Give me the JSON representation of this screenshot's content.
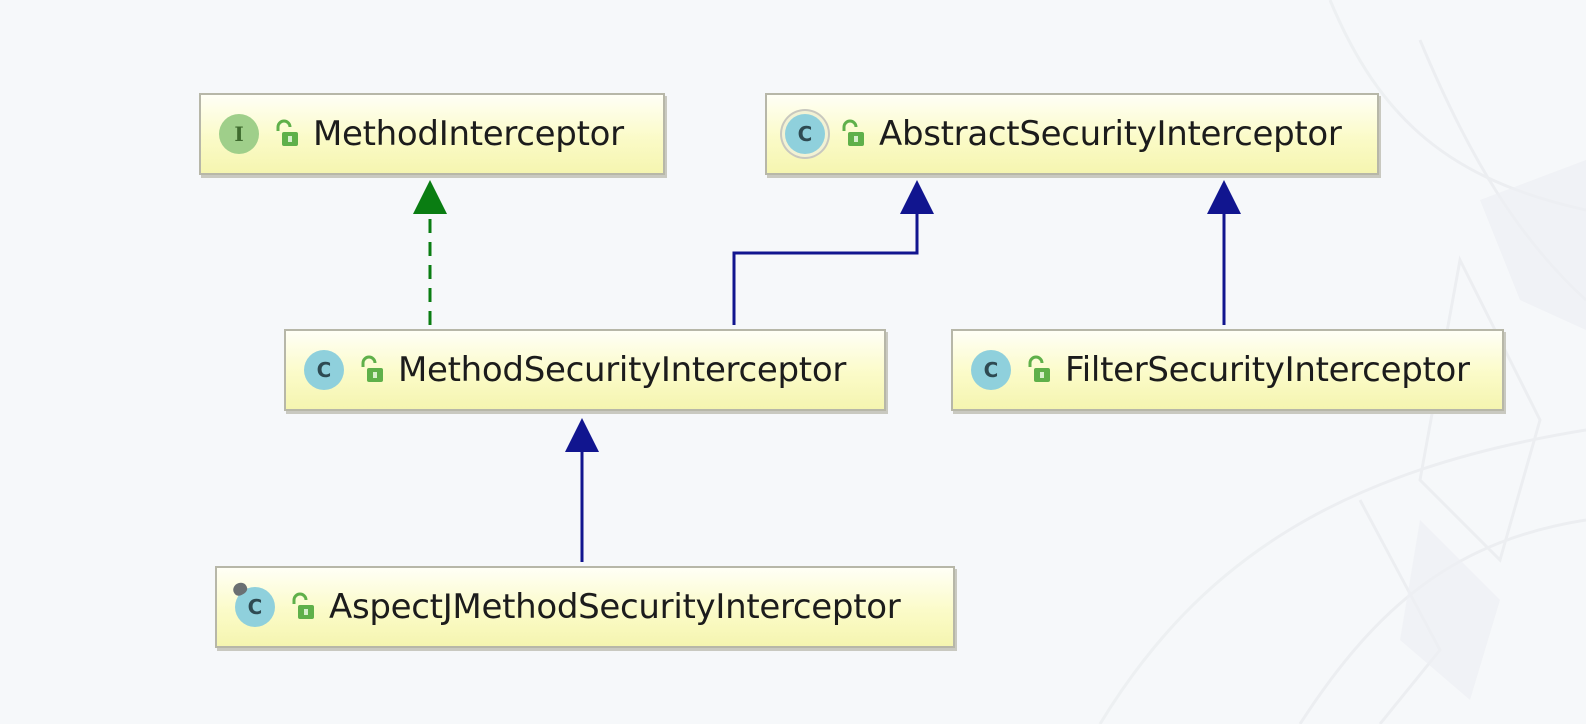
{
  "nodes": [
    {
      "id": "MethodInterceptor",
      "label": "MethodInterceptor",
      "kind": "interface",
      "kind_letter": "I",
      "access_icon": "open-lock-icon"
    },
    {
      "id": "AbstractSecurityInterceptor",
      "label": "AbstractSecurityInterceptor",
      "kind": "abstract-class",
      "kind_letter": "C",
      "access_icon": "open-lock-icon"
    },
    {
      "id": "MethodSecurityInterceptor",
      "label": "MethodSecurityInterceptor",
      "kind": "class",
      "kind_letter": "C",
      "access_icon": "open-lock-icon"
    },
    {
      "id": "FilterSecurityInterceptor",
      "label": "FilterSecurityInterceptor",
      "kind": "class",
      "kind_letter": "C",
      "access_icon": "open-lock-icon"
    },
    {
      "id": "AspectJMethodSecurityInterceptor",
      "label": "AspectJMethodSecurityInterceptor",
      "kind": "aspect-class",
      "kind_letter": "C",
      "access_icon": "open-lock-icon"
    }
  ],
  "edges": [
    {
      "from": "MethodSecurityInterceptor",
      "to": "MethodInterceptor",
      "relation": "implements",
      "style": "dashed",
      "color": "#0a7d12"
    },
    {
      "from": "MethodSecurityInterceptor",
      "to": "AbstractSecurityInterceptor",
      "relation": "extends",
      "style": "solid",
      "color": "#11158f"
    },
    {
      "from": "FilterSecurityInterceptor",
      "to": "AbstractSecurityInterceptor",
      "relation": "extends",
      "style": "solid",
      "color": "#11158f"
    },
    {
      "from": "AspectJMethodSecurityInterceptor",
      "to": "MethodSecurityInterceptor",
      "relation": "extends",
      "style": "solid",
      "color": "#11158f"
    }
  ],
  "colors": {
    "node_fill": "#fbfbc8",
    "node_border": "#b7b7a8",
    "interface_badge": "#9fcf8a",
    "class_badge": "#8fd0dc",
    "lock_icon": "#5fb04a",
    "implements_arrow": "#0a7d12",
    "extends_arrow": "#11158f"
  }
}
